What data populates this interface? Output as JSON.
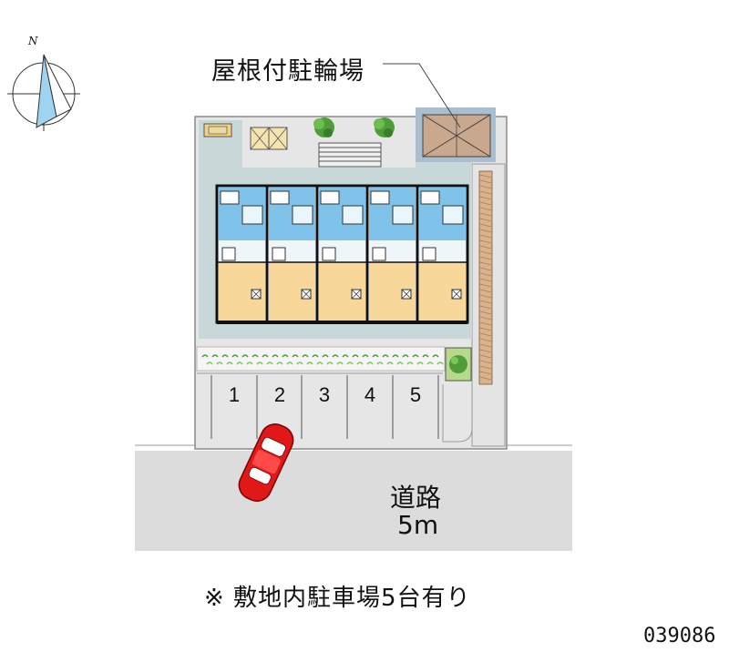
{
  "compass": {
    "north_label": "N"
  },
  "roof_bike_parking_label": "屋根付駐輪場",
  "parking_spaces": [
    "1",
    "2",
    "3",
    "4",
    "5"
  ],
  "road": {
    "name": "道路",
    "width": "5m"
  },
  "note": "※ 敷地内駐車場5台有り",
  "property_code": "039086",
  "colors": {
    "road": "#dcdcdc",
    "lot": "#e6e6e6",
    "building_yard": "#c8d8d8",
    "room_floor": "#f8d89a",
    "wet_area": "#7fc3ea",
    "planting": "#4f9d3a",
    "car": "#e01818",
    "roof_shelter": "#c9a88e",
    "compass_fill": "#9fd4f0"
  },
  "icons": [
    "compass-icon",
    "car-icon",
    "tree-icon",
    "bike-shelter-icon"
  ]
}
